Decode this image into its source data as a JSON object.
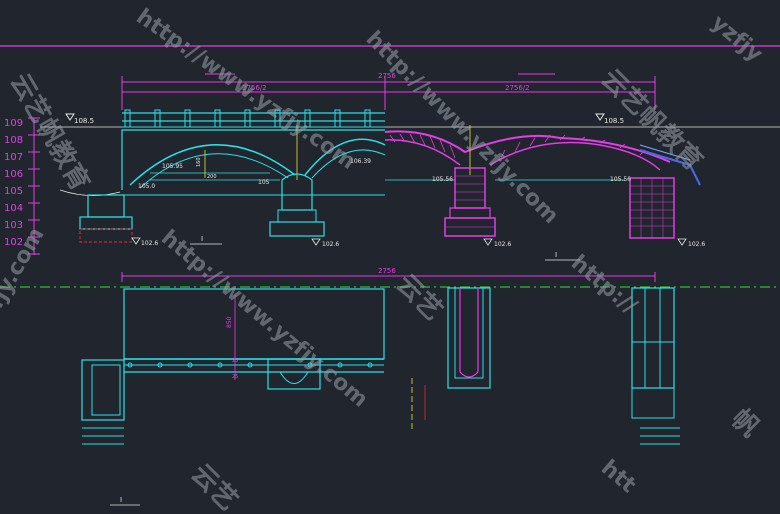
{
  "elevation_scale": {
    "ticks": [
      "109",
      "108",
      "107",
      "106",
      "105",
      "104",
      "103",
      "102"
    ]
  },
  "dimensions": {
    "total_span": "2756",
    "half_left": "2756/2",
    "half_right": "2756/2",
    "plan_total": "2756"
  },
  "levels": {
    "deck_left": "108.5",
    "deck_right": "108.5",
    "water_mid": "106.39",
    "arch_left_top": "105.95",
    "arch_left_base": "105.0",
    "arch_left_inner": "105",
    "arch_right_a": "105.56",
    "arch_right_b": "105.56",
    "found_left": "102.6",
    "found_mid": "102.6",
    "found_right_a": "102.6",
    "found_right_b": "102.6"
  },
  "numbers": {
    "arch_rise": "160",
    "arch_depth": "200",
    "plan_width_a": "850",
    "plan_width_b": "25",
    "plan_width_c": "25"
  },
  "section_marks": {
    "mark_1": "I",
    "mark_2": "I",
    "mark_3": "I",
    "mark_4": "I",
    "mark_5": "I",
    "mark_6": "I"
  },
  "colors": {
    "background": "#21262e",
    "cyan": "#26e0e6",
    "magenta": "#e63be6",
    "white": "#e6e6e6",
    "yellow": "#e6e62a",
    "red": "#e62a2a",
    "green": "#2ae62a",
    "blue": "#4a6ae6",
    "lightblue": "#7aa8ff"
  },
  "watermark": {
    "url": "http://www.yzfjy.com",
    "partial_a": "yzfjy",
    "partial_b": "fjy.com",
    "partial_c": "htt",
    "partial_d": "http://",
    "brand": "云艺帆教育",
    "brand_a": "云艺",
    "brand_b": "帆",
    "brand_c": "云艺帆教育",
    "brand_d": "云艺"
  }
}
